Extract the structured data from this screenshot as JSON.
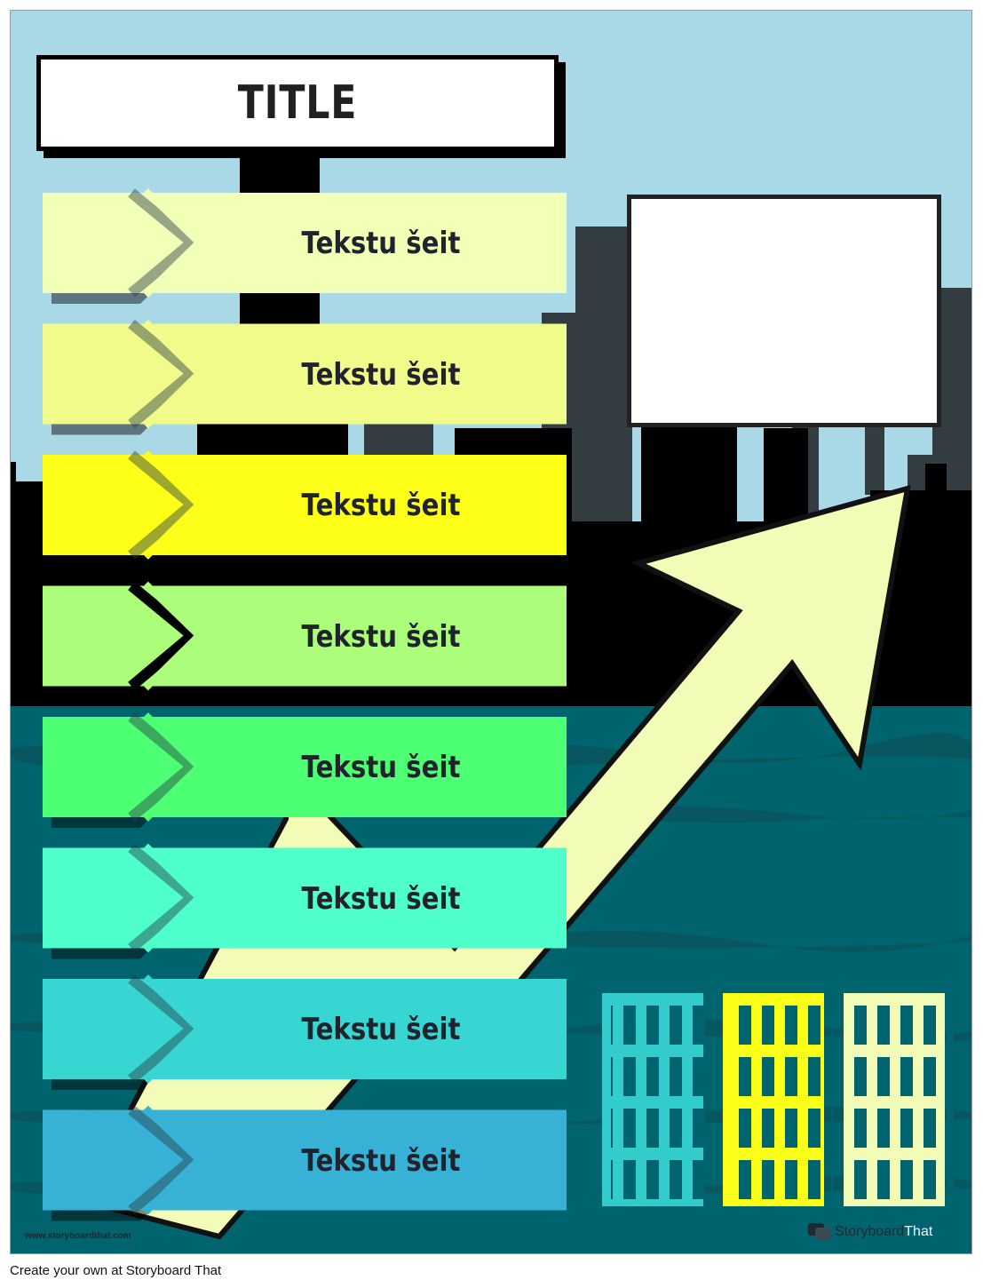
{
  "poster": {
    "title": "TITLE",
    "bands": [
      {
        "label": "Tekstu šeit",
        "color": "#f2ffb6"
      },
      {
        "label": "Tekstu šeit",
        "color": "#f0fb8a"
      },
      {
        "label": "Tekstu šeit",
        "color": "#fdff18"
      },
      {
        "label": "Tekstu šeit",
        "color": "#abfd7a"
      },
      {
        "label": "Tekstu šeit",
        "color": "#4dff72"
      },
      {
        "label": "Tekstu šeit",
        "color": "#4effcc"
      },
      {
        "label": "Tekstu šeit",
        "color": "#37d6d2"
      },
      {
        "label": "Tekstu šeit",
        "color": "#37b2d6"
      }
    ],
    "colors": {
      "sky": "#a9d8e6",
      "building_dark": "#333d41",
      "skyline_black": "#000000",
      "water": "#00646e",
      "arrow": "#f2fcb6",
      "building_cyan": "#33cccc",
      "building_yellow": "#fcff17",
      "building_cream": "#f2fcb6"
    }
  },
  "watermark": {
    "url": "www.storyboardthat.com",
    "brand_dark": "Storyboard",
    "brand_light": "That"
  },
  "footer": {
    "text": "Create your own at Storyboard That"
  }
}
